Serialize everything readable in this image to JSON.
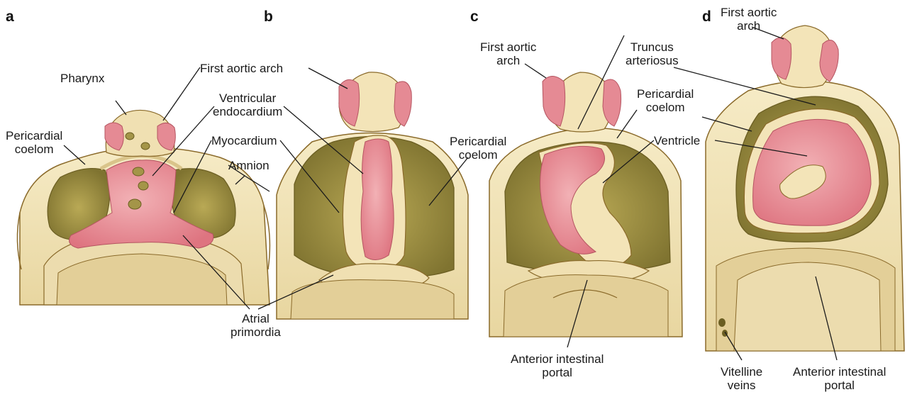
{
  "panels": [
    {
      "letter": "a",
      "labels": {
        "pharynx": "Pharynx",
        "first_aortic_arch": "First aortic arch",
        "pericardial_coelom": "Pericardial\ncoelom",
        "ventricular_endocardium": "Ventricular\nendocardium",
        "myocardium": "Myocardium",
        "amnion": "Amnion",
        "atrial_primordia": "Atrial\nprimordia"
      }
    },
    {
      "letter": "b",
      "labels": {
        "pericardial_coelom": "Pericardial\ncoelom"
      }
    },
    {
      "letter": "c",
      "labels": {
        "first_aortic_arch": "First aortic\narch",
        "truncus_arteriosus": "Truncus\narteriosus",
        "pericardial_coelom": "Pericardial\ncoelom",
        "ventricle": "Ventricle",
        "anterior_intestinal_portal": "Anterior intestinal\nportal"
      }
    },
    {
      "letter": "d",
      "labels": {
        "first_aortic_arch": "First aortic\narch",
        "vitelline_veins": "Vitelline\nveins",
        "anterior_intestinal_portal": "Anterior intestinal\nportal"
      }
    }
  ],
  "colors": {
    "tissue": "#f1e3b8",
    "tissue_outline": "#8a6a2a",
    "coelom": "#a49548",
    "coelom_dark": "#867a35",
    "endocardium": "#e5858e",
    "endocardium_light": "#efa7ad",
    "leader": "#1a1a1a"
  }
}
